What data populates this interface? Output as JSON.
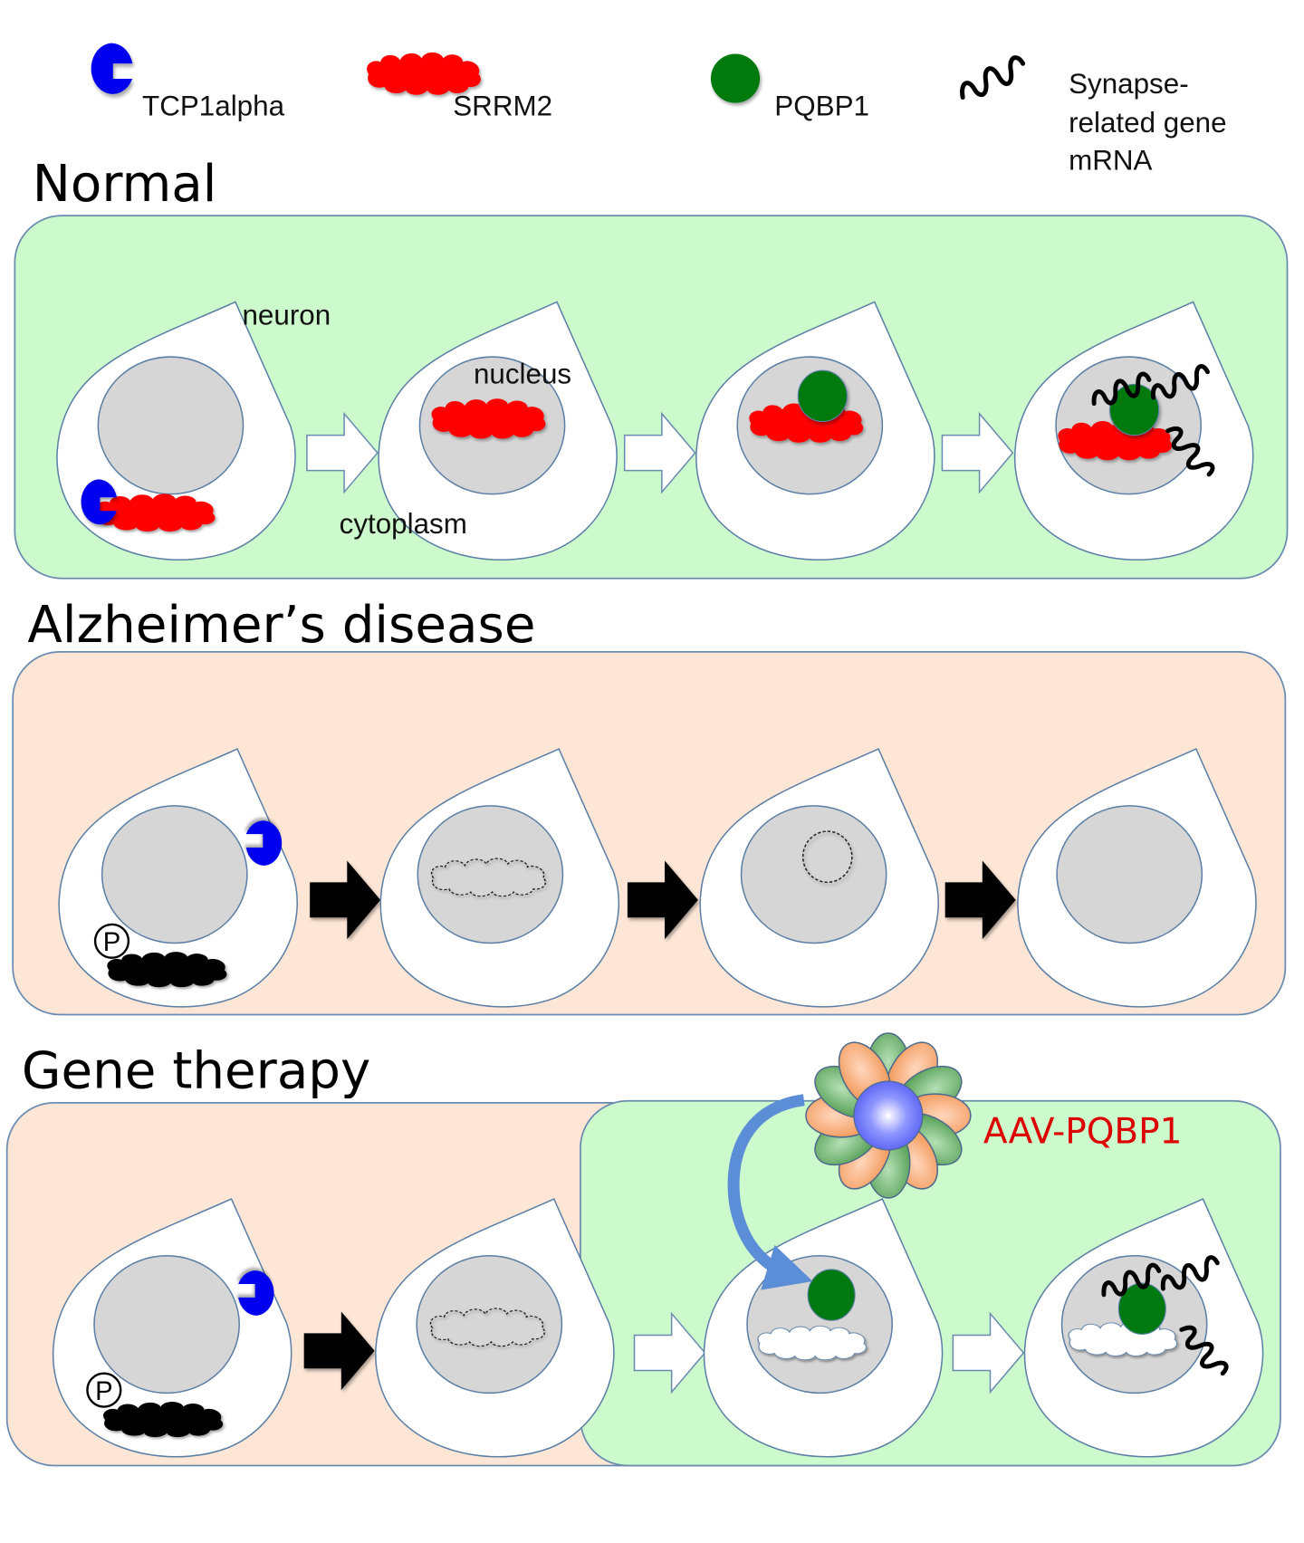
{
  "legend": {
    "tcp1alpha": "TCP1alpha",
    "srrm2": "SRRM2",
    "pqbp1": "PQBP1",
    "mrna_lines": [
      "Synapse-",
      "related gene",
      "mRNA"
    ]
  },
  "sections": {
    "normal": {
      "title": "Normal",
      "labels": {
        "neuron": "neuron",
        "nucleus": "nucleus",
        "cytoplasm": "cytoplasm"
      }
    },
    "alzheimers": {
      "title": "Alzheimer’s disease"
    },
    "gene_therapy": {
      "title": "Gene therapy",
      "vector_label": "AAV-PQBP1"
    }
  },
  "symbols": {
    "phospho": "P"
  },
  "colors": {
    "normal_bg": "#ccfacc",
    "disease_bg": "#fde6d6",
    "tcp1alpha": "#0000ee",
    "srrm2": "#ff0000",
    "srrm2_aggregated": "#000000",
    "pqbp1": "#007a10",
    "nucleus": "#d6d6d6",
    "vector_label": "#dd0000",
    "aav_core": "#6670ff",
    "aav_petal_orange": "#f59a5b",
    "aav_petal_green": "#4f9e4f"
  }
}
